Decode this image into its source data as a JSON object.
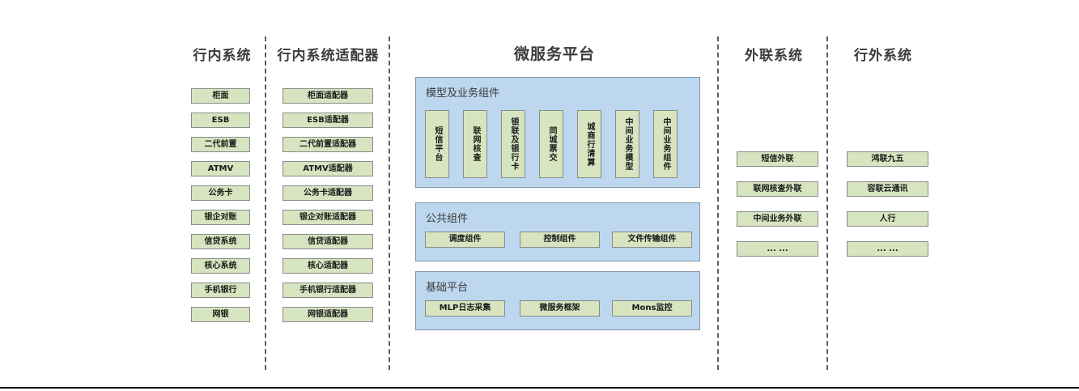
{
  "diagram": {
    "columns": [
      {
        "id": "internal-systems",
        "title": "行内系统",
        "nodes": [
          "柜面",
          "ESB",
          "二代前置",
          "ATMV",
          "公务卡",
          "银企对账",
          "信贷系统",
          "核心系统",
          "手机银行",
          "网银"
        ]
      },
      {
        "id": "internal-adapters",
        "title": "行内系统适配器",
        "nodes": [
          "柜面适配器",
          "ESB适配器",
          "二代前置适配器",
          "ATMV适配器",
          "公务卡适配器",
          "银企对账适配器",
          "信贷适配器",
          "核心适配器",
          "手机银行适配器",
          "网银适配器"
        ]
      },
      {
        "id": "microservice-platform",
        "title": "微服务平台",
        "panels": [
          {
            "id": "model-business-components",
            "title": "模型及业务组件",
            "orientation": "vertical",
            "nodes": [
              "短信平台",
              "联网核查",
              "银联及银行卡",
              "同城票交",
              "城商行清算",
              "中间业务模型",
              "中间业务组件"
            ]
          },
          {
            "id": "public-components",
            "title": "公共组件",
            "orientation": "horizontal",
            "nodes": [
              "调度组件",
              "控制组件",
              "文件传输组件"
            ]
          },
          {
            "id": "base-platform",
            "title": "基础平台",
            "orientation": "horizontal",
            "nodes": [
              "MLP日志采集",
              "微服务框架",
              "Mons监控"
            ]
          }
        ]
      },
      {
        "id": "external-link-systems",
        "title": "外联系统",
        "nodes": [
          "短信外联",
          "联网核查外联",
          "中间业务外联",
          "... ..."
        ]
      },
      {
        "id": "outside-bank-systems",
        "title": "行外系统",
        "nodes": [
          "鸿联九五",
          "容联云通讯",
          "人行",
          "... ..."
        ]
      }
    ]
  },
  "colors": {
    "node_fill": "#d7e4c0",
    "node_border": "#8a8a8a",
    "panel_fill": "#bdd7ee",
    "panel_border": "#8496a8",
    "separator": "#5f5f5f",
    "title_text": "#3b3b3b",
    "background": "#ffffff"
  }
}
